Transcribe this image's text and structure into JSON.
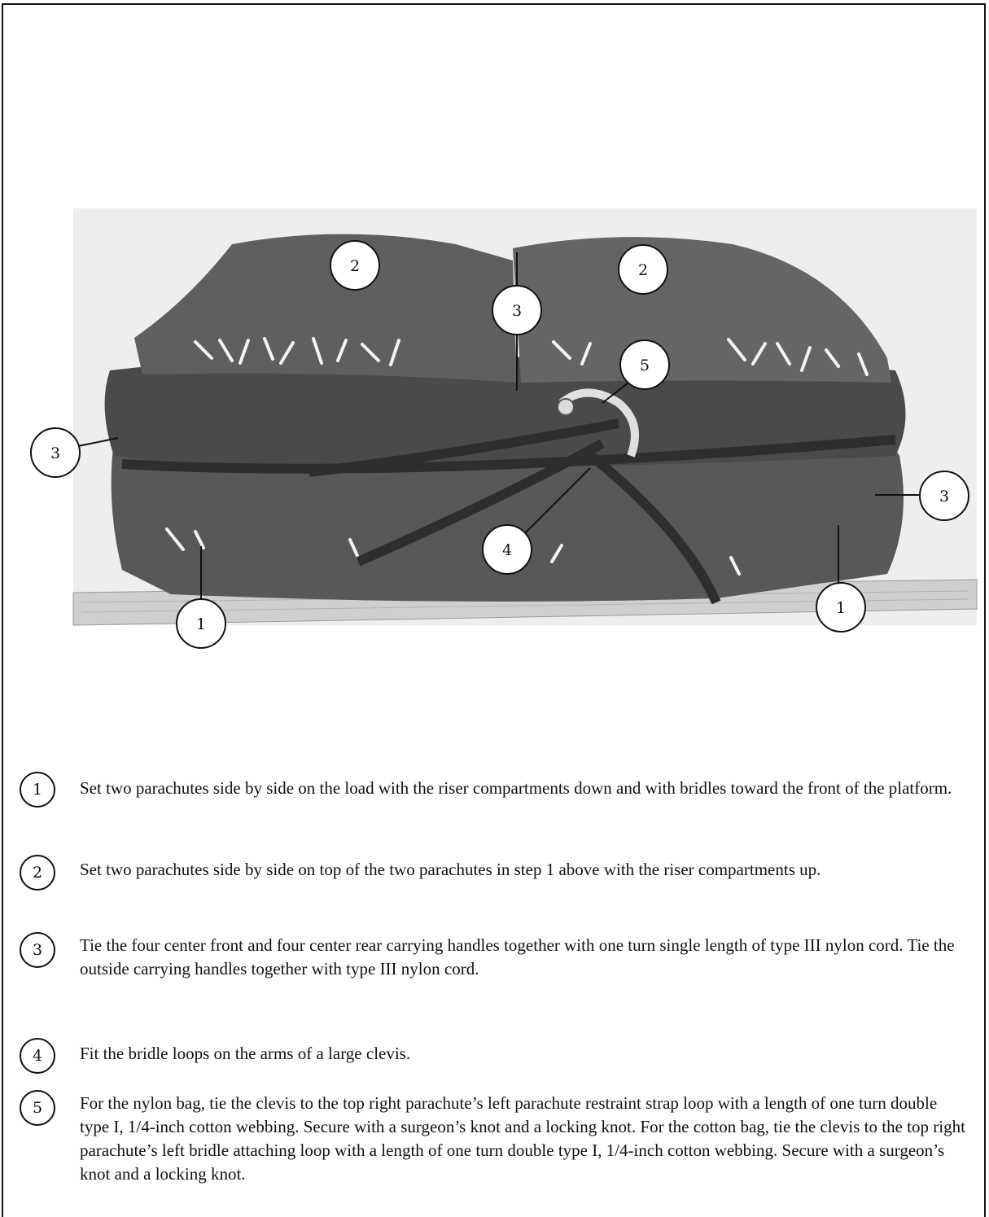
{
  "figure": {
    "callouts": [
      {
        "label": "1"
      },
      {
        "label": "1"
      },
      {
        "label": "2"
      },
      {
        "label": "2"
      },
      {
        "label": "3"
      },
      {
        "label": "3"
      },
      {
        "label": "3"
      },
      {
        "label": "4"
      },
      {
        "label": "5"
      }
    ]
  },
  "steps": [
    {
      "number": "1",
      "text": "Set two parachutes side by side on the load with the riser compartments down and with bridles toward the front of the platform."
    },
    {
      "number": "2",
      "text": "Set two parachutes side by side on top of the two parachutes in step 1 above with the riser compartments up."
    },
    {
      "number": "3",
      "text": "Tie the four center front and four center rear carrying handles together with one turn single length of type III nylon cord. Tie the outside carrying handles together with type III nylon cord."
    },
    {
      "number": "4",
      "text": "Fit the bridle loops on the arms of a large clevis."
    },
    {
      "number": "5",
      "text": "For the nylon bag, tie the clevis to the top right parachute’s left parachute restraint strap loop with a length of one turn double type I, 1/4-inch cotton webbing. Secure with a surgeon’s knot and a locking knot. For the cotton bag, tie the clevis to the top right parachute’s left bridle attaching loop with a length of one turn double type I, 1/4-inch cotton webbing. Secure with a  surgeon’s knot and a locking knot."
    }
  ]
}
